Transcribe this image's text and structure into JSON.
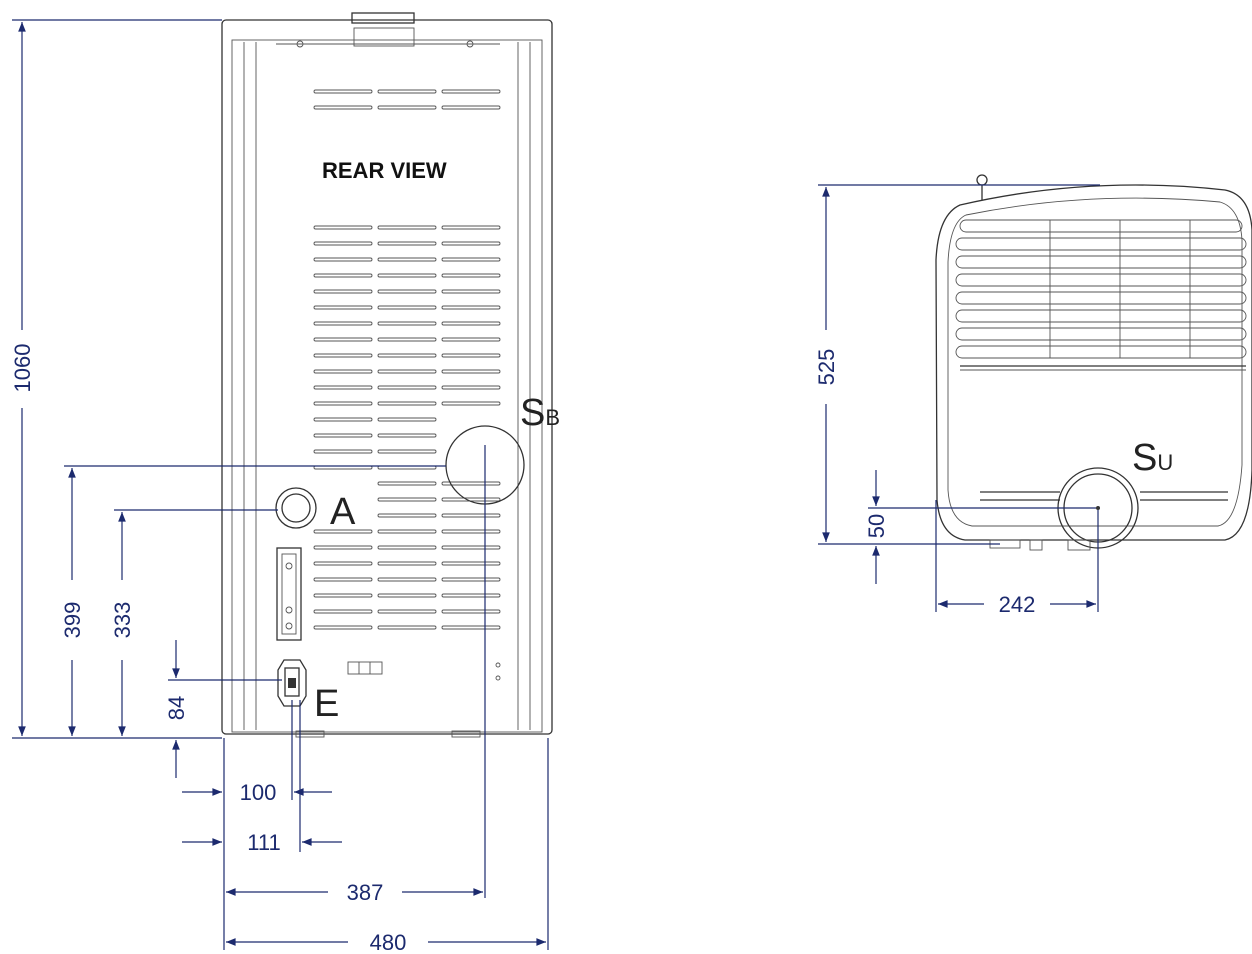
{
  "rear_view": {
    "title": "REAR VIEW",
    "labels": {
      "sb_main": "S",
      "sb_sub": "B",
      "a": "A",
      "e": "E"
    },
    "dimensions": {
      "height": "1060",
      "sb_height": "399",
      "a_height": "333",
      "e_height": "84",
      "e_x1": "100",
      "e_x2": "111",
      "sb_x": "387",
      "width": "480"
    }
  },
  "top_view": {
    "labels": {
      "su_main": "S",
      "su_sub": "U"
    },
    "dimensions": {
      "depth": "525",
      "su_height": "50",
      "su_x": "242"
    }
  },
  "colors": {
    "dimension": "#1c2a6e",
    "drawing": "#333333"
  }
}
